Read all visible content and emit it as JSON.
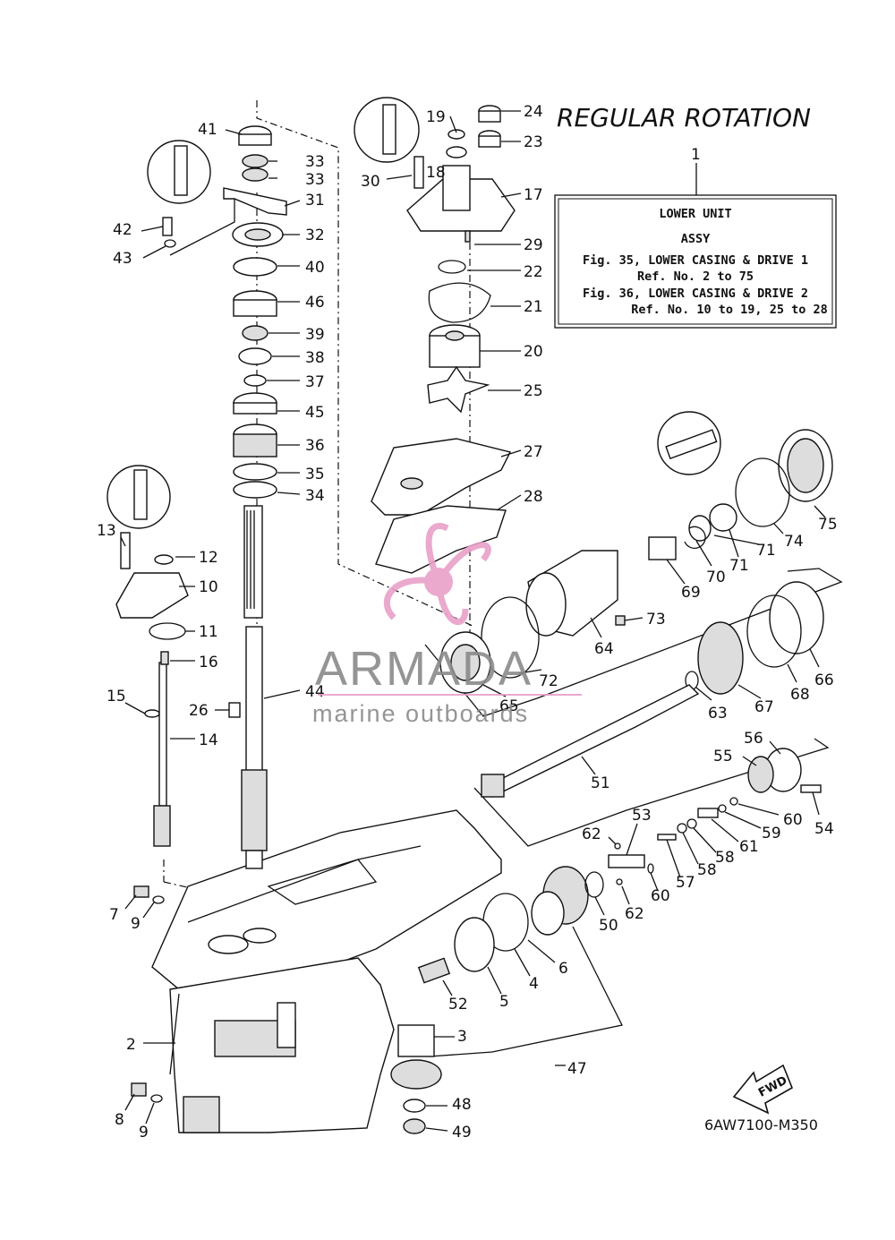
{
  "title": "REGULAR ROTATION",
  "info_box": {
    "ref": "1",
    "lines": [
      "LOWER UNIT",
      "ASSY",
      "Fig. 35, LOWER CASING & DRIVE 1",
      "Ref. No. 2 to 75",
      "Fig. 36, LOWER CASING & DRIVE 2",
      "Ref. No. 10 to 19, 25 to 28"
    ]
  },
  "watermark": {
    "brand": "ARMADA",
    "tagline": "marine outboards",
    "accent_color": "#e8a0c8"
  },
  "diagram_code": "6AW7100-M350",
  "fwd_arrow_label": "FWD",
  "part_labels": {
    "p41": "41",
    "p33a": "33",
    "p33b": "33",
    "p31": "31",
    "p42": "42",
    "p32": "32",
    "p43": "43",
    "p40": "40",
    "p46": "46",
    "p39": "39",
    "p38": "38",
    "p37": "37",
    "p45": "45",
    "p36": "36",
    "p35": "35",
    "p34": "34",
    "p44": "44",
    "p26": "26",
    "p19": "19",
    "p18": "18",
    "p30": "30",
    "p24": "24",
    "p23": "23",
    "p17": "17",
    "p29": "29",
    "p22": "22",
    "p21": "21",
    "p20": "20",
    "p25": "25",
    "p27": "27",
    "p28": "28",
    "p13": "13",
    "p12": "12",
    "p10": "10",
    "p11": "11",
    "p16": "16",
    "p15": "15",
    "p14": "14",
    "p7": "7",
    "p9a": "9",
    "p2": "2",
    "p8": "8",
    "p9b": "9",
    "p75": "75",
    "p74": "74",
    "p71a": "71",
    "p71b": "71",
    "p70": "70",
    "p69": "69",
    "p73": "73",
    "p64": "64",
    "p72": "72",
    "p65": "65",
    "p66": "66",
    "p68": "68",
    "p67": "67",
    "p63": "63",
    "p51": "51",
    "p56": "56",
    "p55": "55",
    "p54": "54",
    "p60a": "60",
    "p59": "59",
    "p61": "61",
    "p58a": "58",
    "p58b": "58",
    "p57": "57",
    "p53": "53",
    "p62a": "62",
    "p62b": "62",
    "p60b": "60",
    "p50": "50",
    "p6": "6",
    "p4": "4",
    "p5": "5",
    "p52": "52",
    "p3": "3",
    "p47": "47",
    "p48": "48",
    "p49": "49"
  }
}
